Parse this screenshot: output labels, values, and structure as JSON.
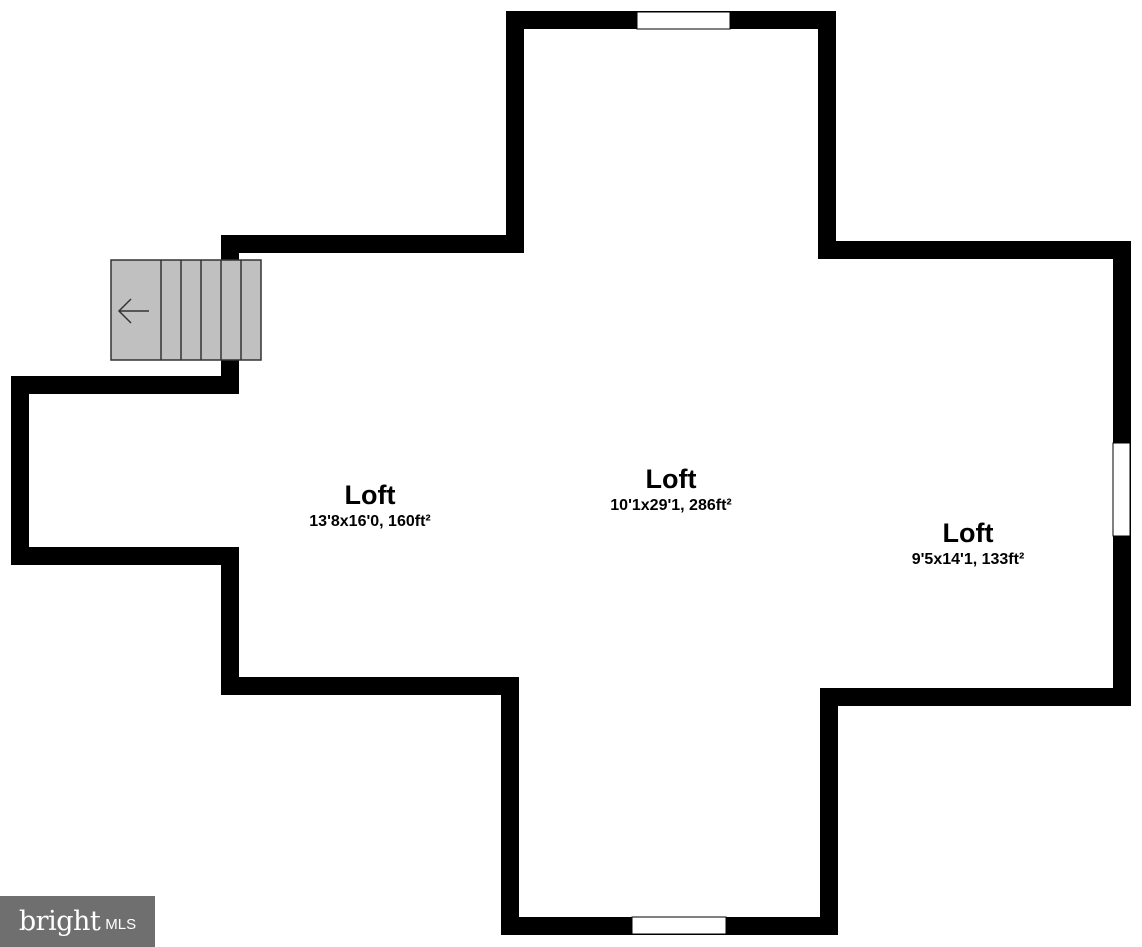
{
  "rooms": [
    {
      "name": "Loft",
      "dimensions": "13'8x16'0, 160ft²"
    },
    {
      "name": "Loft",
      "dimensions": "10'1x29'1, 286ft²"
    },
    {
      "name": "Loft",
      "dimensions": "9'5x14'1, 133ft²"
    }
  ],
  "watermark": {
    "brand": "bright",
    "suffix": "MLS"
  },
  "colors": {
    "wall": "#000000",
    "stairs": "#c0c0c0",
    "background": "#ffffff"
  },
  "icons": {
    "stairs_direction": "arrow-left-icon"
  }
}
